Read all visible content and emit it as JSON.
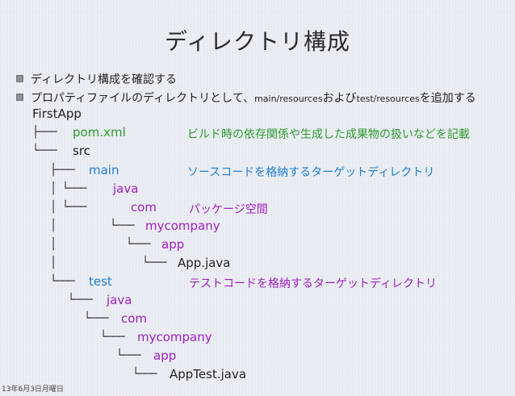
{
  "slide": {
    "title": "ディレクトリ構成",
    "bullets": [
      {
        "text": "ディレクトリ構成を確認する"
      },
      {
        "pre": "プロパティファイルのディレクトリとして、",
        "path1": "main/resources",
        "mid": "および",
        "path2": "test/resources",
        "post": "を追加する"
      }
    ],
    "footer": "13年6月3日月曜日"
  },
  "colors": {
    "green": "#2e9a2e",
    "blue": "#1f7fd1",
    "purple": "#a01fbf",
    "black": "#222222"
  },
  "tree": [
    {
      "connector": "",
      "label": "FirstApp",
      "color": "black"
    },
    {
      "connector": "├───",
      "label": "pom.xml",
      "color": "green"
    },
    {
      "connector": "└───",
      "label": "src",
      "color": "black"
    },
    {
      "connector": "├───",
      "label": "main",
      "color": "blue"
    },
    {
      "connector": "│   └───",
      "label": "java",
      "color": "purple"
    },
    {
      "connector": "│       └───",
      "label": "com",
      "color": "purple"
    },
    {
      "connector": "│",
      "connector2": "└───",
      "label": "mycompany",
      "color": "purple"
    },
    {
      "connector": "│",
      "connector2": "└───",
      "label": "app",
      "color": "purple"
    },
    {
      "connector": "│",
      "connector2": "└───",
      "label": "App.java",
      "color": "black"
    },
    {
      "connector": "└───",
      "label": "test",
      "color": "blue"
    },
    {
      "connector": "└───",
      "label": "java",
      "color": "purple"
    },
    {
      "connector": "└───",
      "label": "com",
      "color": "purple"
    },
    {
      "connector": "└───",
      "label": "mycompany",
      "color": "purple"
    },
    {
      "connector": "└───",
      "label": "app",
      "color": "purple"
    },
    {
      "connector": "└───",
      "label": "AppTest.java",
      "color": "black"
    }
  ],
  "notes": {
    "pom": "ビルド時の依存関係や生成した成果物の扱いなどを記載",
    "main": "ソースコードを格納するターゲットディレクトリ",
    "com": "パッケージ空間",
    "test": "テストコードを格納するターゲットディレクトリ"
  }
}
